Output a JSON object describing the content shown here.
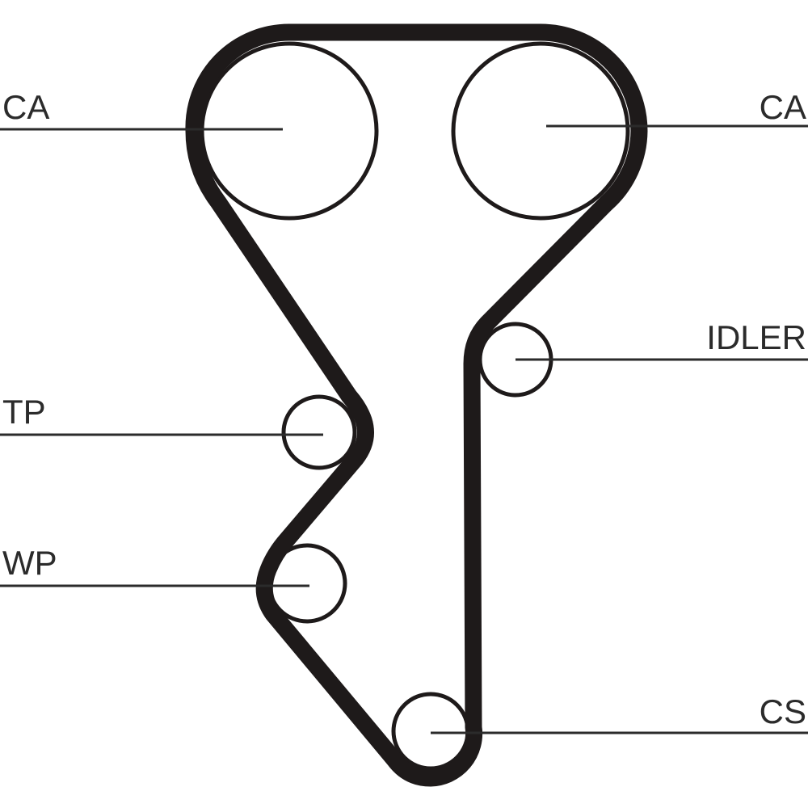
{
  "diagram": {
    "labels": {
      "ca_left": "CA",
      "ca_right": "CA",
      "idler": "IDLER",
      "tp": "TP",
      "wp": "WP",
      "cs": "CS"
    },
    "colors": {
      "belt": "#1e1a1a",
      "line": "#2b2b2b",
      "background": "#ffffff"
    }
  }
}
